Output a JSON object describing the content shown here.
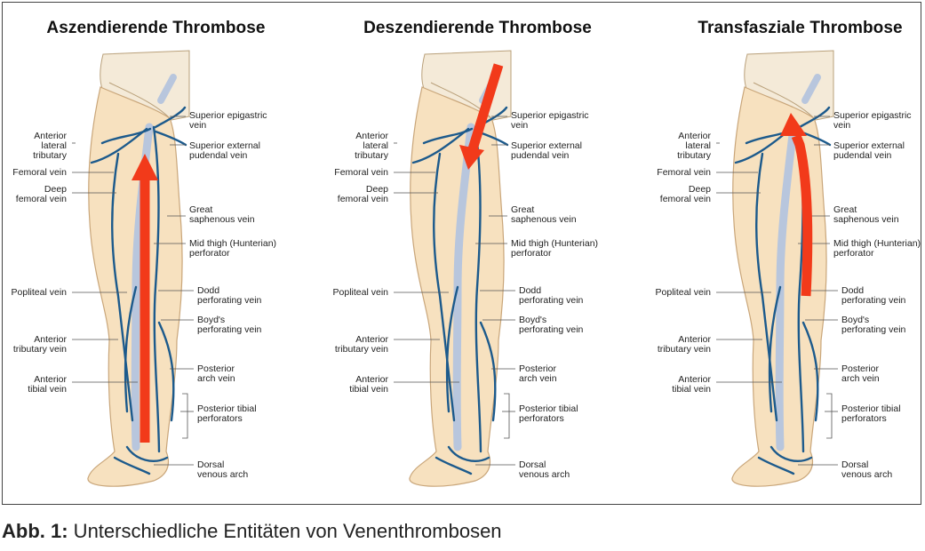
{
  "panels": [
    {
      "title": "Aszendierende Thrombose",
      "arrow": "ascending"
    },
    {
      "title": "Deszendierende Thrombose",
      "arrow": "descending"
    },
    {
      "title": "Transfasziale Thrombose",
      "arrow": "transfascial"
    }
  ],
  "labels": {
    "superior_epigastric": "Superior epigastric\nvein",
    "superior_external_pudendal": "Superior external\npudendal vein",
    "anterior_lateral_tributary": "Anterior\nlateral\ntributary",
    "femoral_vein": "Femoral vein",
    "deep_femoral_vein": "Deep\nfemoral vein",
    "great_saphenous_vein": "Great\nsaphenous vein",
    "mid_thigh_perforator": "Mid thigh (Hunterian)\nperforator",
    "popliteal_vein": "Popliteal vein",
    "dodd_perforating_vein": "Dodd\nperforating vein",
    "boyds_perforating_vein": "Boyd's\nperforating vein",
    "anterior_tributary_vein": "Anterior\ntributary vein",
    "posterior_arch_vein": "Posterior\narch vein",
    "anterior_tibial_vein": "Anterior\ntibial vein",
    "posterior_tibial_perforators": "Posterior tibial\nperforators",
    "dorsal_venous_arch": "Dorsal\nvenous arch"
  },
  "caption": {
    "prefix": "Abb. 1:",
    "text": " Unterschiedliche Entitäten von Venenthrombosen"
  },
  "colors": {
    "skin": "#f7e1bf",
    "skin_outline": "#c9a67a",
    "vein": "#1c5a8c",
    "deep_vein": "#b8c6dd",
    "arrow": "#f23a1a"
  }
}
